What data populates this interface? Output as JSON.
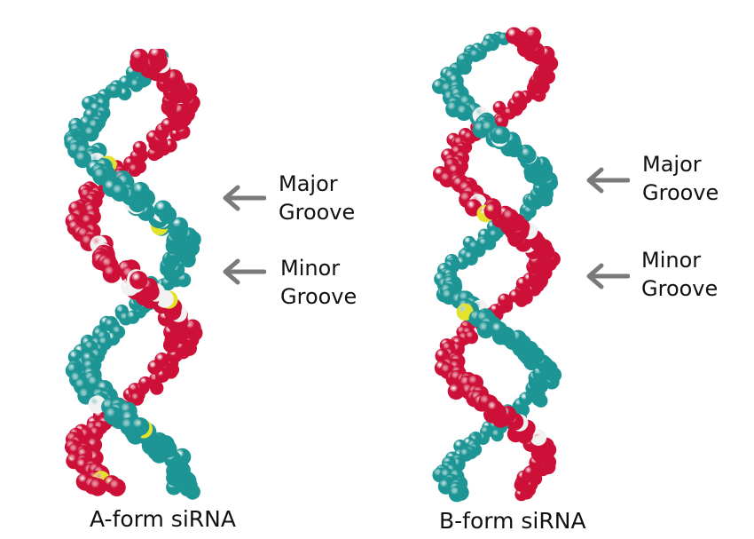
{
  "colors": {
    "strand_a": "#cc1038",
    "strand_b": "#1e9595",
    "highlight_white": "#f2f2f2",
    "highlight_yellow": "#e4e22a",
    "arrow": "#7a7a7a"
  },
  "helices": [
    {
      "id": "a-form",
      "caption": "A-form siRNA",
      "annotations": [
        {
          "line1": "Major",
          "line2": "Groove"
        },
        {
          "line1": "Minor",
          "line2": "Groove"
        }
      ]
    },
    {
      "id": "b-form",
      "caption": "B-form siRNA",
      "annotations": [
        {
          "line1": "Major",
          "line2": "Groove"
        },
        {
          "line1": "Minor",
          "line2": "Groove"
        }
      ]
    }
  ],
  "icons": {
    "arrow": "arrow-left-icon"
  }
}
